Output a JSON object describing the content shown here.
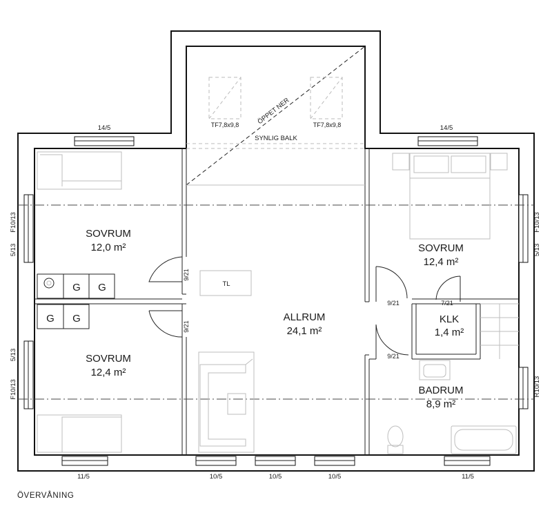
{
  "rooms": {
    "sovrum_top_left": {
      "name": "SOVRUM",
      "area": "12,0 m²"
    },
    "sovrum_bottom_left": {
      "name": "SOVRUM",
      "area": "12,4 m²"
    },
    "allrum": {
      "name": "ALLRUM",
      "area": "24,1 m²"
    },
    "sovrum_right": {
      "name": "SOVRUM",
      "area": "12,4 m²"
    },
    "klk": {
      "name": "KLK",
      "area": "1,4 m²"
    },
    "badrum": {
      "name": "BADRUM",
      "area": "8,9 m²"
    }
  },
  "labels": {
    "tl": "TL",
    "oppet_ner": "ÖPPET NER",
    "synlig_balk": "SYNLIG BALK",
    "skylight_left": "TF7,8x9,8",
    "skylight_right": "TF7,8x9,8",
    "wardrobe_g": "G"
  },
  "windows": {
    "top_left": "14/5",
    "top_right": "14/5",
    "left_upper_type": "F10/13",
    "left_upper_size": "5/13",
    "left_lower_size": "5/13",
    "left_lower_type": "F10/13",
    "right_upper_type": "F10/13",
    "right_upper_size": "5/13",
    "right_lower_type": "R10/13",
    "bottom_1": "11/5",
    "bottom_2": "10/5",
    "bottom_3": "10/5",
    "bottom_4": "10/5",
    "bottom_5": "11/5"
  },
  "doors": {
    "d1": "9/21",
    "d2": "9/21",
    "d3": "9/21",
    "d4": "7/21",
    "d5": "9/21"
  },
  "caption": "ÖVERVÅNING"
}
